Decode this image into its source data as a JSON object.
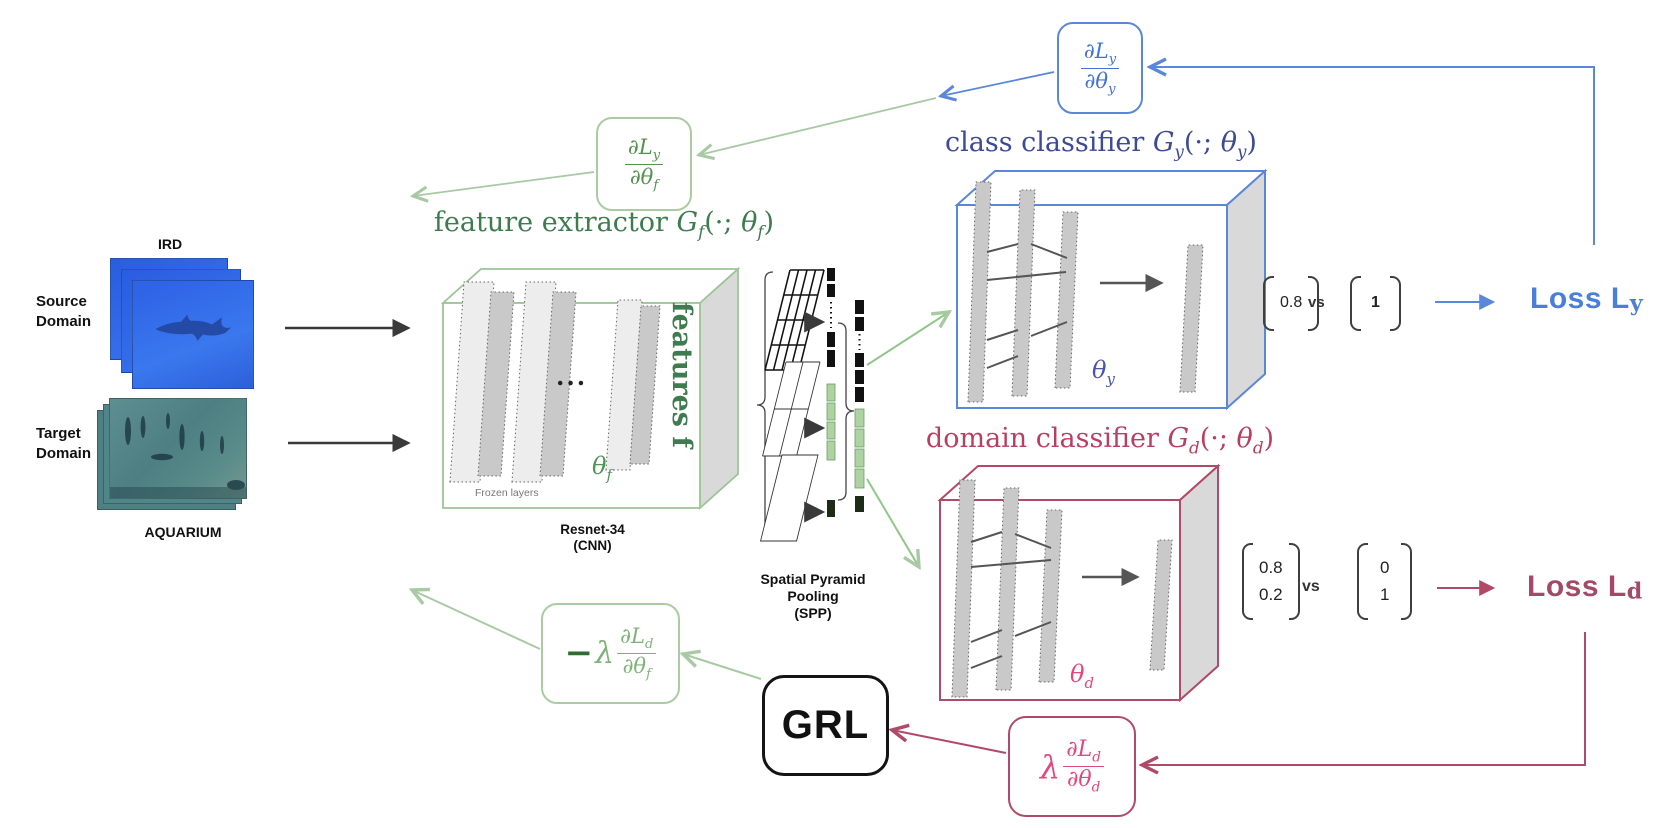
{
  "colors": {
    "blue": "#5b87d8",
    "blue_text": "#4472d0",
    "navy_title": "#3d4a94",
    "loss_blue": "#4a7fd9",
    "green_light": "#a9c9a4",
    "green_text": "#55914f",
    "green_dark": "#2f6e33",
    "green_title": "#3e7b4e",
    "crimson": "#b04a68",
    "crimson_title": "#b83f63",
    "pink": "#e0497a",
    "loss_crimson": "#a34a66"
  },
  "source": {
    "dataset": "IRD",
    "label": "Source\nDomain"
  },
  "target": {
    "dataset": "AQUARIUM",
    "label": "Target\nDomain"
  },
  "feature_extractor": {
    "title_prefix": "feature extractor ",
    "fn": "G",
    "fn_sub": "f",
    "args_open": "(·; ",
    "theta": "θ",
    "theta_sub": "f",
    "args_close": ")",
    "theta_label": "θ",
    "theta_label_sub": "f",
    "features_label": "features f",
    "frozen_label": "Frozen layers",
    "dots": "...",
    "caption": "Resnet-34\n(CNN)"
  },
  "spp": {
    "label": "Spatial Pyramid\nPooling\n(SPP)"
  },
  "class_classifier": {
    "title_prefix": "class classifier ",
    "fn": "G",
    "fn_sub": "y",
    "args_open": "(·; ",
    "theta": "θ",
    "theta_sub": "y",
    "args_close": ")",
    "theta_label": "θ",
    "theta_label_sub": "y"
  },
  "domain_classifier": {
    "title_prefix": "domain classifier ",
    "fn": "G",
    "fn_sub": "d",
    "args_open": "(·; ",
    "theta": "θ",
    "theta_sub": "d",
    "args_close": ")",
    "theta_label": "θ",
    "theta_label_sub": "d"
  },
  "class_output": {
    "pred": "0.8",
    "vs": "vs",
    "truth": "1",
    "loss": "Loss L",
    "loss_sub": "y"
  },
  "domain_output": {
    "pred_top": "0.8",
    "pred_bottom": "0.2",
    "vs": "vs",
    "truth_top": "0",
    "truth_bottom": "1",
    "loss": "Loss L",
    "loss_sub": "d"
  },
  "grl": {
    "label": "GRL"
  },
  "gradients": {
    "ly_thy": {
      "num": "∂L",
      "num_sub": "y",
      "den": "∂θ",
      "den_sub": "y"
    },
    "ly_thf": {
      "num": "∂L",
      "num_sub": "y",
      "den": "∂θ",
      "den_sub": "f"
    },
    "ld_thf": {
      "minus": "−",
      "lambda": "λ",
      "num": "∂L",
      "num_sub": "d",
      "den": "∂θ",
      "den_sub": "f"
    },
    "ld_thd": {
      "lambda": "λ",
      "num": "∂L",
      "num_sub": "d",
      "den": "∂θ",
      "den_sub": "d"
    }
  }
}
